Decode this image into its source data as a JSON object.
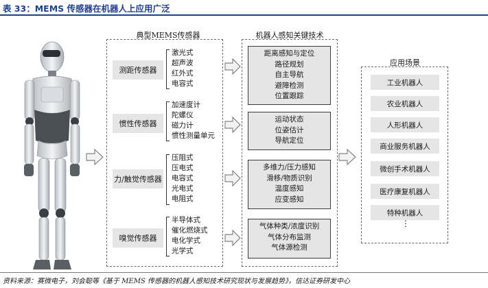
{
  "title": "表 33：MEMS 传感器在机器人上应用广泛",
  "headings": {
    "sensors": "典型MEMS传感器",
    "tech": "机器人感知关键技术",
    "apps": "应用场景"
  },
  "sensor_groups": [
    {
      "name": "测距传感器",
      "items": [
        "激光式",
        "超声波",
        "红外式",
        "电容式"
      ]
    },
    {
      "name": "惯性传感器",
      "items": [
        "加速度计",
        "陀螺仪",
        "磁力计",
        "惯性测量单元"
      ]
    },
    {
      "name": "力/触觉传感器",
      "items": [
        "压阻式",
        "压电式",
        "电容式",
        "光电式",
        "电阻式"
      ]
    },
    {
      "name": "嗅觉传感器",
      "items": [
        "半导体式",
        "催化燃烧式",
        "电化学式",
        "光学式"
      ]
    }
  ],
  "tech_groups": [
    [
      "距离感知与定位",
      "路径规划",
      "自主导航",
      "避障检测",
      "位置跟踪"
    ],
    [
      "运动状态",
      "位姿估计",
      "导航定位"
    ],
    [
      "多维力/压力感知",
      "滑移/物质识别",
      "温度感知",
      "应变感知"
    ],
    [
      "气体种类/浓度识别",
      "气体分布监测",
      "气体源检测"
    ]
  ],
  "applications": [
    "工业机器人",
    "农业机器人",
    "人形机器人",
    "商业服务机器人",
    "微创手术机器人",
    "医疗康复机器人",
    "特种机器人"
  ],
  "app_more": "⋮",
  "source": "资料来源：赛微电子，刘会聪等《基于 MEMS 传感器的机器人感知技术研究现状与发展趋势》，信达证券研发中心"
}
